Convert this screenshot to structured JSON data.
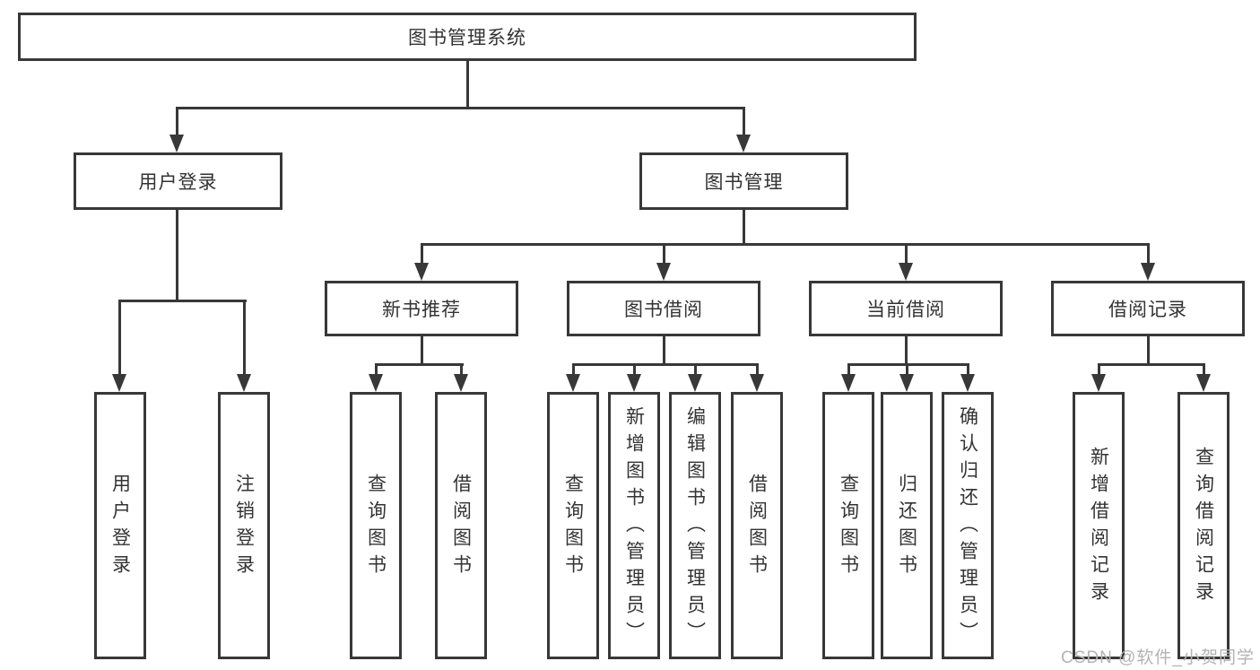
{
  "tree": {
    "root": {
      "label": "图书管理系统"
    },
    "branches": [
      {
        "label": "用户登录",
        "children": [
          {
            "label": "用户登录"
          },
          {
            "label": "注销登录"
          }
        ]
      },
      {
        "label": "图书管理",
        "children": [
          {
            "label": "新书推荐",
            "children": [
              {
                "label": "查询图书"
              },
              {
                "label": "借阅图书"
              }
            ]
          },
          {
            "label": "图书借阅",
            "children": [
              {
                "label": "查询图书"
              },
              {
                "label": "新增图书（管理员）"
              },
              {
                "label": "编辑图书（管理员）"
              },
              {
                "label": "借阅图书"
              }
            ]
          },
          {
            "label": "当前借阅",
            "children": [
              {
                "label": "查询图书"
              },
              {
                "label": "归还图书"
              },
              {
                "label": "确认归还（管理员）"
              }
            ]
          },
          {
            "label": "借阅记录",
            "children": [
              {
                "label": "新增借阅记录"
              },
              {
                "label": "查询借阅记录"
              }
            ]
          }
        ]
      }
    ]
  },
  "watermark": "CSDN @软件_小贺同学",
  "colors": {
    "line": "#383838",
    "text": "#333333",
    "watermark_text": "#b3b3b3",
    "background": "#ffffff"
  }
}
